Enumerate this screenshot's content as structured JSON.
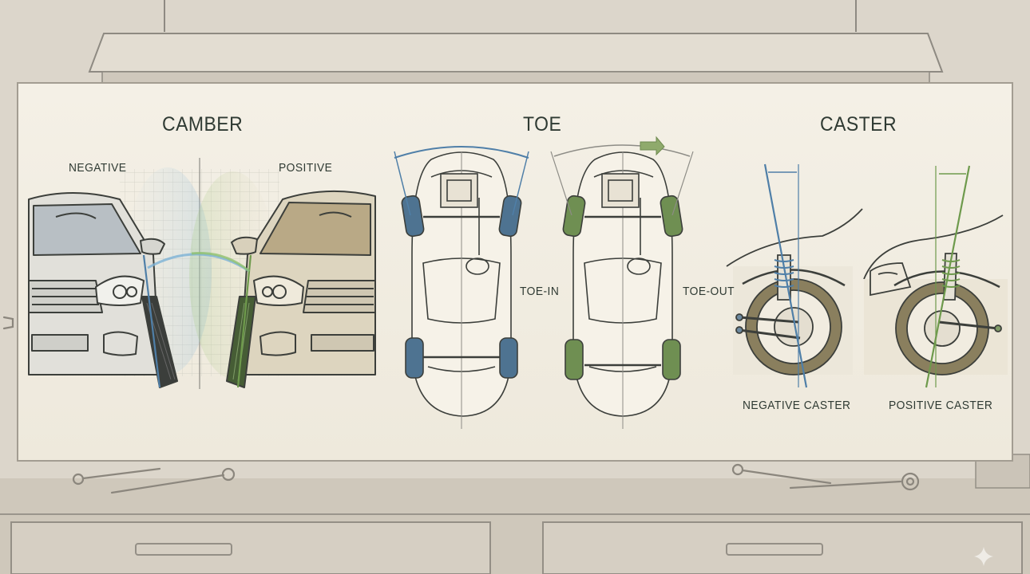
{
  "sections": {
    "camber": {
      "title": "CAMBER",
      "left_label": "NEGATIVE",
      "right_label": "POSITIVE"
    },
    "toe": {
      "title": "TOE",
      "left_label": "TOE-IN",
      "right_label": "TOE-OUT"
    },
    "caster": {
      "title": "CASTER",
      "left_label": "NEGATIVE CASTER",
      "right_label": "POSITIVE CASTER"
    }
  },
  "colors": {
    "negative": "#4f7fa8",
    "positive": "#6e9a4c",
    "ink": "#3c3f3b",
    "board": "#f2eee3"
  },
  "icons": [
    "wrench-icon",
    "sparkle-icon"
  ]
}
